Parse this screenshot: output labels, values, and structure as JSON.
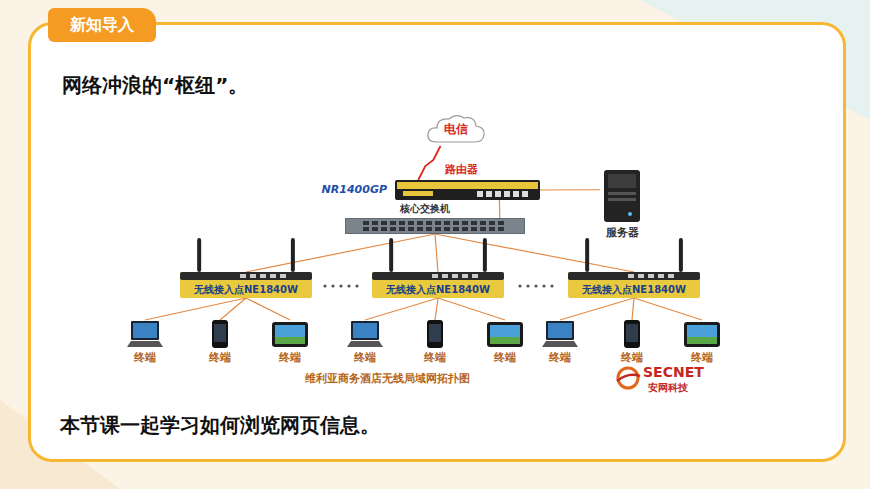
{
  "diagram": {
    "title": "网络冲浪的“枢纽”。",
    "caption": "本节课一起学习如何浏览网页信息。",
    "nodes": [
      {
        "text": [
          "新知导入"
        ]
      },
      {
        "text": [
          "电信"
        ]
      },
      {
        "text": [
          "路由器",
          "NR1400GP"
        ]
      },
      {
        "text": [
          "核心交换机"
        ]
      },
      {
        "text": [
          "服务器"
        ]
      },
      {
        "text": [
          "无线接入点NE1840W"
        ]
      },
      {
        "text": [
          "无线接入点NE1840W"
        ]
      },
      {
        "text": [
          "无线接入点NE1840W"
        ]
      },
      {
        "text": [
          "终端"
        ]
      },
      {
        "text": [
          "终端"
        ]
      },
      {
        "text": [
          "终端"
        ]
      },
      {
        "text": [
          "终端"
        ]
      },
      {
        "text": [
          "终端"
        ]
      },
      {
        "text": [
          "终端"
        ]
      },
      {
        "text": [
          "终端"
        ]
      },
      {
        "text": [
          "终端"
        ]
      },
      {
        "text": [
          "终端"
        ]
      }
    ],
    "edges": [
      {
        "from": 1,
        "to": 2,
        "arrow": "none"
      },
      {
        "from": 2,
        "to": 3,
        "arrow": "none"
      },
      {
        "from": 2,
        "to": 4,
        "arrow": "none"
      },
      {
        "from": 3,
        "to": 5,
        "arrow": "none"
      },
      {
        "from": 3,
        "to": 6,
        "arrow": "none"
      },
      {
        "from": 3,
        "to": 7,
        "arrow": "none"
      },
      {
        "from": 5,
        "to": 8,
        "arrow": "none"
      },
      {
        "from": 5,
        "to": 9,
        "arrow": "none"
      },
      {
        "from": 5,
        "to": 10,
        "arrow": "none"
      },
      {
        "from": 6,
        "to": 11,
        "arrow": "none"
      },
      {
        "from": 6,
        "to": 12,
        "arrow": "none"
      },
      {
        "from": 6,
        "to": 13,
        "arrow": "none"
      },
      {
        "from": 7,
        "to": 14,
        "arrow": "none"
      },
      {
        "from": 7,
        "to": 15,
        "arrow": "none"
      },
      {
        "from": 7,
        "to": 16,
        "arrow": "none"
      }
    ],
    "labels": [
      "维利亚商务酒店无线局域网拓扑图",
      "SECNET",
      "安网科技"
    ]
  }
}
